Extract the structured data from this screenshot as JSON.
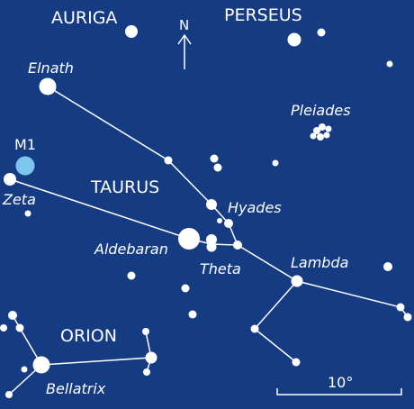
{
  "colors": {
    "background": "#153c82",
    "star": "#ffffff",
    "line": "#ffffff",
    "m1": "#7cc6ee"
  },
  "labels": {
    "auriga": "AURIGA",
    "perseus": "PERSEUS",
    "north": "N",
    "elnath": "Elnath",
    "pleiades": "Pleiades",
    "m1": "M1",
    "taurus": "TAURUS",
    "zeta": "Zeta",
    "hyades": "Hyades",
    "aldebaran": "Aldebaran",
    "theta": "Theta",
    "lambda": "Lambda",
    "orion": "ORION",
    "bellatrix": "Bellatrix",
    "scale": "10°"
  },
  "icons": {
    "north_arrow": "arrow-up-icon"
  }
}
